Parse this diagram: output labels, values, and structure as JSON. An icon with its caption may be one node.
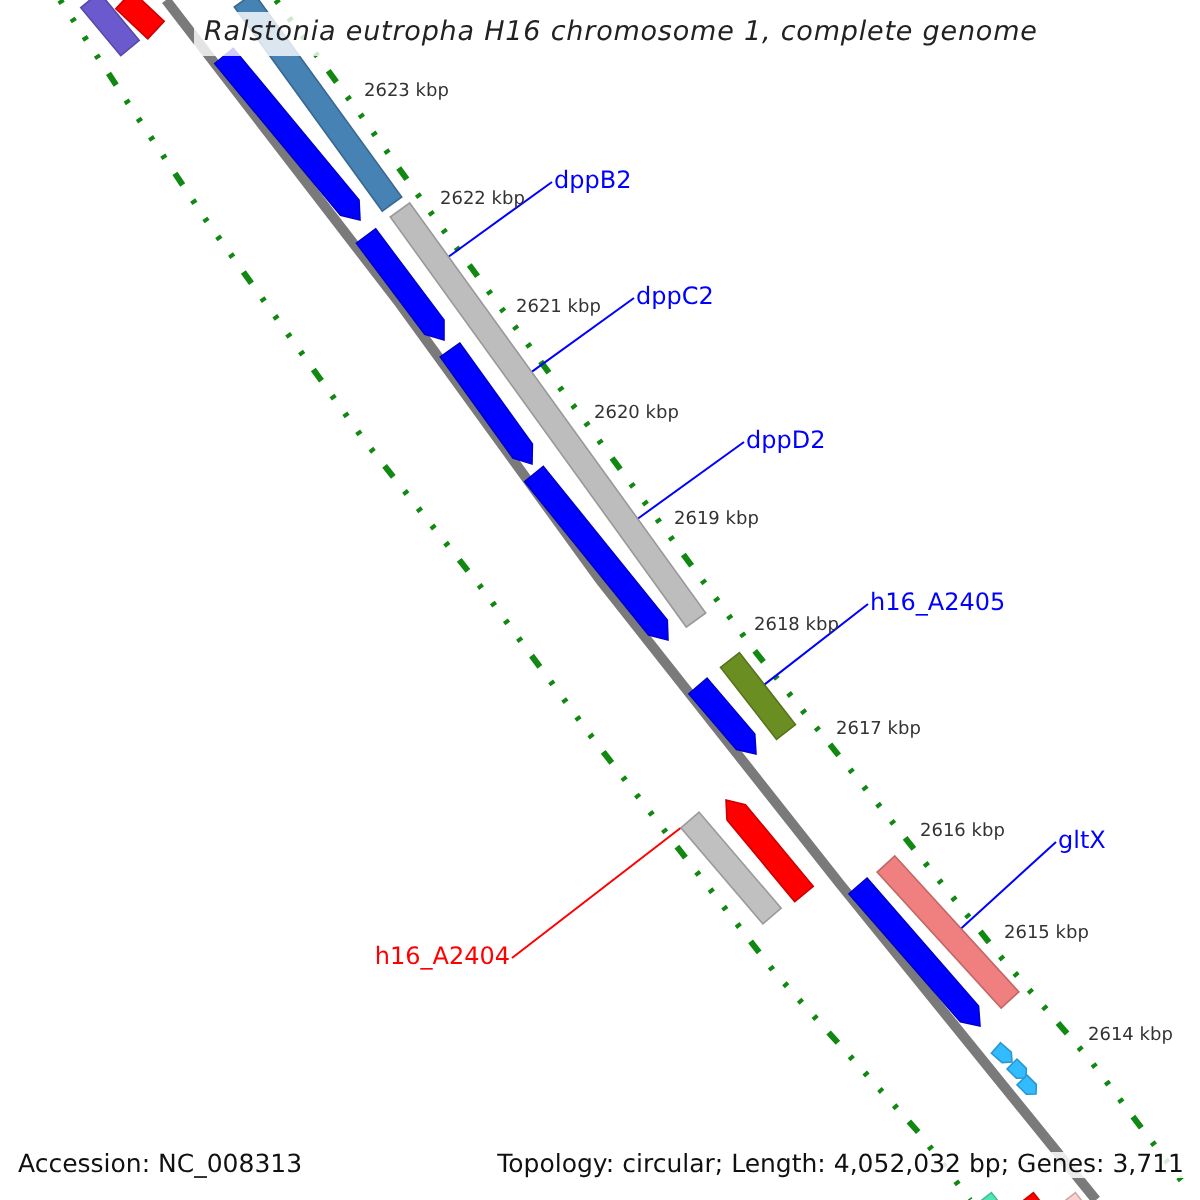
{
  "diagram": {
    "title": "Ralstonia eutropha H16 chromosome 1, complete genome",
    "nodes": [
      {
        "text": [
          "dppB2"
        ]
      },
      {
        "text": [
          "dppC2"
        ]
      },
      {
        "text": [
          "dppD2"
        ]
      },
      {
        "text": [
          "h16_A2405"
        ]
      },
      {
        "text": [
          "gltX"
        ]
      },
      {
        "text": [
          "h16_A2404"
        ]
      },
      {
        "text": [],
        "shape": "bar"
      },
      {
        "text": [],
        "shape": "bar"
      },
      {
        "text": [],
        "shape": "bar"
      },
      {
        "text": [],
        "shape": "bar"
      },
      {
        "text": [],
        "shape": "bar"
      },
      {
        "text": [],
        "shape": "bar"
      },
      {
        "text": [],
        "shape": "bar"
      },
      {
        "text": [],
        "shape": "arrow"
      },
      {
        "text": [],
        "shape": "arrow"
      },
      {
        "text": [],
        "shape": "arrow"
      },
      {
        "text": [],
        "shape": "arrow"
      },
      {
        "text": [],
        "shape": "arrow"
      },
      {
        "text": [],
        "shape": "arrow"
      },
      {
        "text": [],
        "shape": "arrow"
      },
      {
        "text": [],
        "shape": "arrow"
      },
      {
        "text": [],
        "shape": "arrow"
      },
      {
        "text": [],
        "shape": "arrow"
      },
      {
        "text": [],
        "shape": "bar"
      },
      {
        "text": [],
        "shape": "bar"
      },
      {
        "text": [],
        "shape": "bar"
      }
    ],
    "edges": [
      {
        "from": 0,
        "to": 6,
        "arrow": "none"
      },
      {
        "from": 1,
        "to": 6,
        "arrow": "none"
      },
      {
        "from": 2,
        "to": 6,
        "arrow": "none"
      },
      {
        "from": 3,
        "to": 7,
        "arrow": "none"
      },
      {
        "from": 4,
        "to": 8,
        "arrow": "none"
      },
      {
        "from": 5,
        "to": 9,
        "arrow": "none",
        "color": "#ff0000"
      }
    ],
    "labels": [
      "2623 kbp",
      "2622 kbp",
      "2621 kbp",
      "2620 kbp",
      "2619 kbp",
      "2618 kbp",
      "2617 kbp",
      "2616 kbp",
      "2615 kbp",
      "2614 kbp",
      "Accession: NC_008313",
      "Topology: circular; Length: 4,052,032 bp; Genes: 3,711"
    ]
  }
}
